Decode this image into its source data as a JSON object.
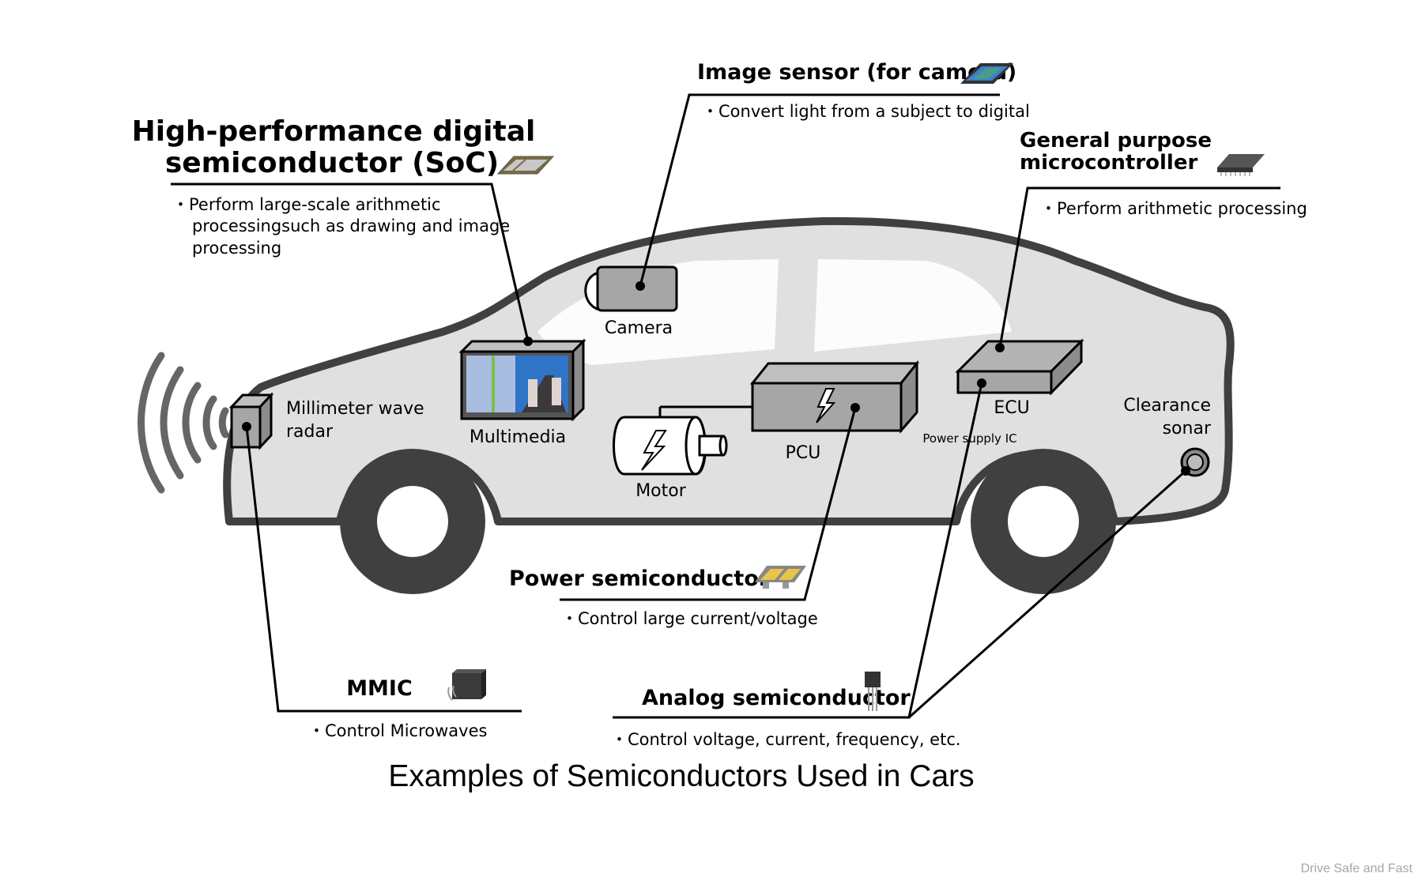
{
  "title": "Examples of Semiconductors Used in Cars",
  "watermark": "Drive Safe and Fast",
  "colors": {
    "car_body": "#e0e0e0",
    "car_outline": "#404040",
    "component_fill": "#a6a6a6",
    "wheel": "#404040",
    "window": "#ffffff"
  },
  "callouts": {
    "soc": {
      "title_line1": "High-performance digital",
      "title_line2": "semiconductor (SoC)",
      "desc_line1": "・Perform large-scale arithmetic",
      "desc_line2": "processingsuch as  drawing and image",
      "desc_line3": "processing",
      "icon": "soc-chip-icon"
    },
    "image_sensor": {
      "title": "Image sensor (for camera)",
      "desc": "・Convert light from a subject to digital",
      "icon": "image-sensor-icon"
    },
    "microcontroller": {
      "title_line1": "General purpose",
      "title_line2": "microcontroller",
      "desc": "・Perform arithmetic processing",
      "icon": "microcontroller-chip-icon"
    },
    "power": {
      "title": "Power semiconductor",
      "desc": "・Control large current/voltage",
      "icon": "power-module-icon"
    },
    "mmic": {
      "title": "MMIC",
      "desc": "・Control Microwaves",
      "icon": "mmic-chip-icon"
    },
    "analog": {
      "title": "Analog semiconductor",
      "desc": "・Control voltage, current, frequency, etc.",
      "icon": "transistor-icon"
    }
  },
  "components": {
    "radar_line1": "Millimeter wave",
    "radar_line2": "radar",
    "multimedia": "Multimedia",
    "camera": "Camera",
    "motor": "Motor",
    "pcu": "PCU",
    "ecu": "ECU",
    "power_supply_ic": "Power supply IC",
    "sonar_line1": "Clearance",
    "sonar_line2": "sonar"
  }
}
